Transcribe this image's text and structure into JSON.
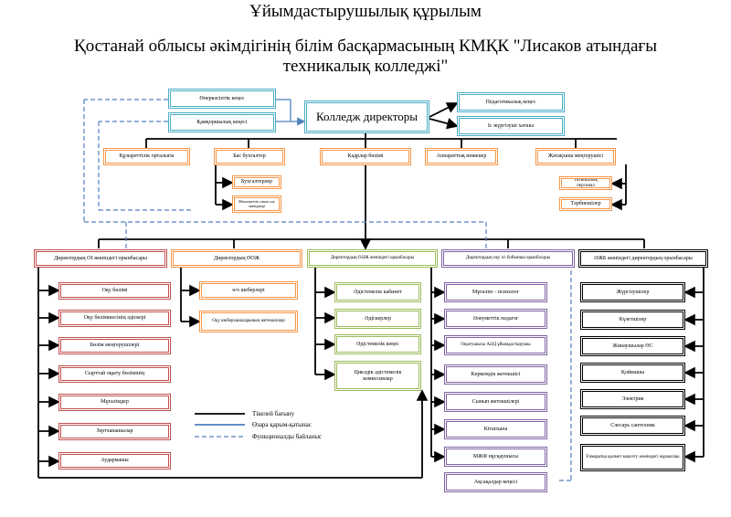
{
  "header": {
    "line1": "Ұйымдастырушылық құрылым",
    "line2": "Қостанай облысы әкімдігінің білім басқармасының КМҚК \"Лисаков атындағы",
    "line3": "техникалық колледжі\""
  },
  "top": {
    "director": "Колледж директоры",
    "industrial_council": "Өнеркәсіптік кеңес",
    "board_of_trustees": "Қамқоршылық кеңесі",
    "pedagogical_council": "Педагогикалық кеңес",
    "secretary": "Іс жүргізуші хатшы"
  },
  "services": {
    "legal_center": "Құзыреттілік орталығы",
    "chief_accountant": "Бас бухгалтер",
    "accountants": "Бухгалтерлер",
    "public_procurement": "Мемлекеттік сатып алу менеджері",
    "hr_department": "Кадрлар бөлімі",
    "hardware_engineer": "Аппараттық инженер",
    "dorm_manager": "Жатақхана меңгерушісі",
    "technical_staff": "Техникалық персонал",
    "caretakers": "Тәрбиешілер"
  },
  "deputies": {
    "academic": {
      "title": "Директордың ОІ жөніндегі орынбасары",
      "items": [
        "Оқу бөлімі",
        "Оқу бөлімшесінің әдіскері",
        "Бөлім меңгерушілері",
        "Сырттай оқыту бөлімінің",
        "Мұғалімдер",
        "Зертханашылар",
        "Аудармашы"
      ]
    },
    "production": {
      "title": "Директордың ӨОЖ",
      "items": [
        "ө/о шеберлері",
        "Оқу шеберханаларының жетекшілері"
      ]
    },
    "methodical": {
      "title": "Директордың ОӘЖ жөніндегі орынбасары",
      "items": [
        "Әдістемелік кабинет",
        "Әдіскерлер",
        "Әдістемелік кеңес",
        "Циклдік әдістемелік комиссиялар"
      ]
    },
    "educational": {
      "title": "Директордың оқу ісі бойынша орынбасары",
      "items": [
        "Мұғалім – психолог",
        "Әлеуметтік педагог",
        "Оқытушысы АӘД ұйымдастырушы",
        "Көркемдік жетекшісі",
        "Сынып жетекшілері",
        "Кітапхана",
        "МЖФ нұсқаушысы",
        "Ақсақалдар кеңесі"
      ]
    },
    "economic": {
      "title": "ӘЖБ жөніндегі директордың орынбасары",
      "items": [
        "Жүргізушілер",
        "Күзетшілер",
        "Жинаушылар ӨС",
        "Қоймашы",
        "Электрик",
        "Слесарь сантехник",
        "Ғимаратқа қызмет көрсету жөніндегі жұмысшы"
      ]
    }
  },
  "legend": {
    "direct": "Тікелей бағыну",
    "mutual": "Өзара қарым-қатынас",
    "functional": "Функционалды байланыс"
  },
  "colors": {
    "blue": "#4bacc6",
    "orange": "#f79646",
    "green": "#9bbb59",
    "red": "#c0504d",
    "purple": "#8064a2",
    "black": "#000000",
    "mutual_line": "#4f81bd"
  }
}
